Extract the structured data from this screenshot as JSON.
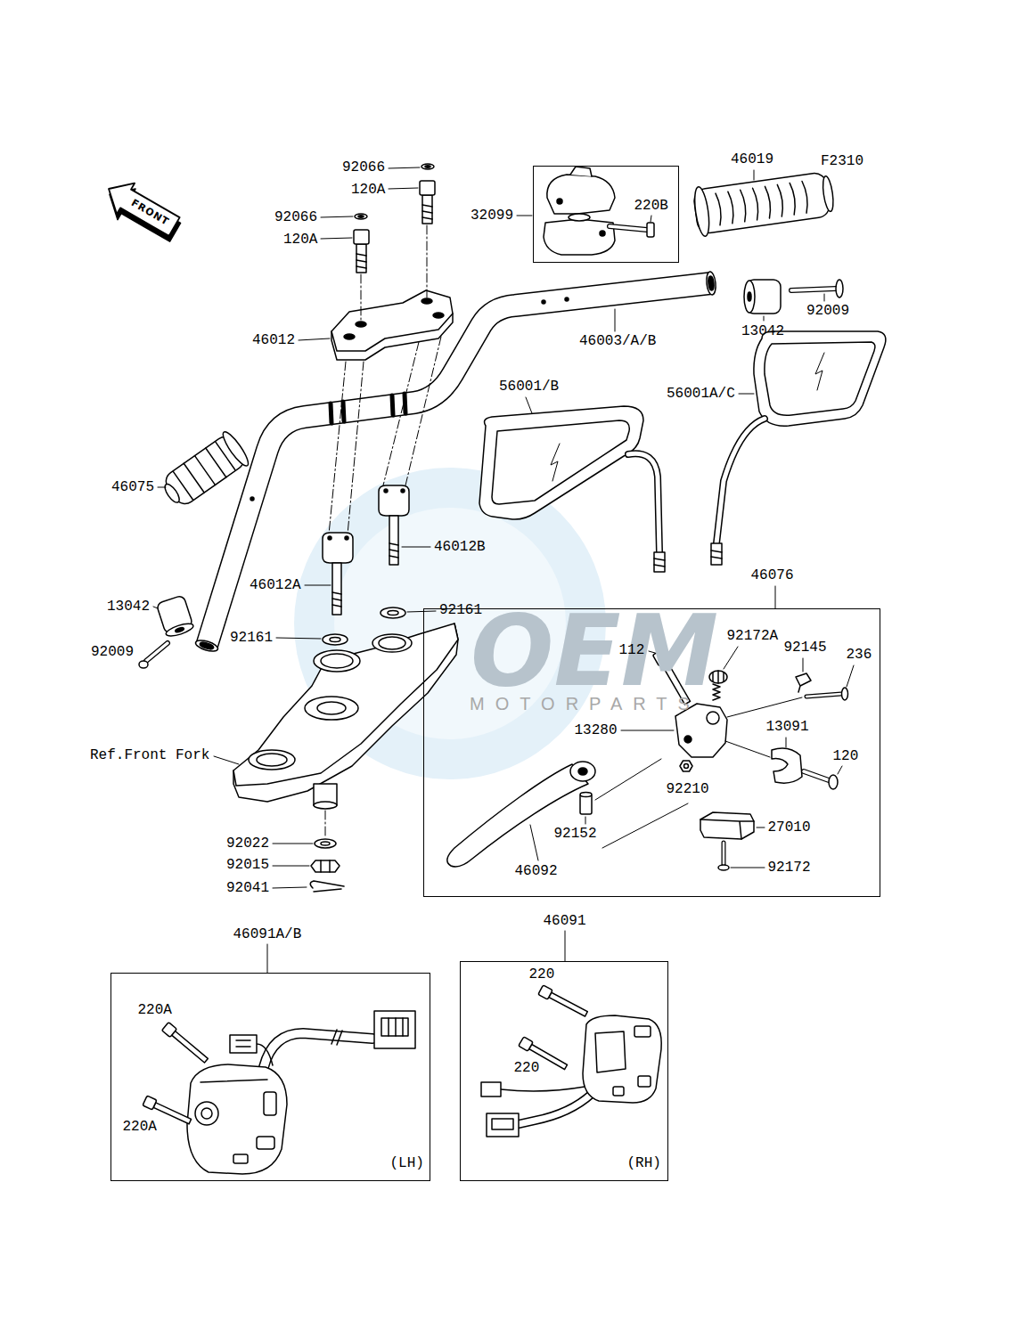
{
  "diagram": {
    "nodes": [
      {
        "text": [
          "220B"
        ]
      },
      {
        "text": [
          "46076",
          "112",
          "92172A",
          "92145",
          "236",
          "13280",
          "13091",
          "120",
          "92210",
          "92152",
          "27010",
          "46092",
          "92172"
        ]
      },
      {
        "text": [
          "46091A/B",
          "220A",
          "220A",
          "(LH)"
        ]
      },
      {
        "text": [
          "46091",
          "220",
          "220",
          "(RH)"
        ]
      }
    ],
    "labels": [
      "FRONT",
      "F2310",
      "92066",
      "120A",
      "92066",
      "120A",
      "32099",
      "46019",
      "46012",
      "46003/A/B",
      "13042",
      "92009",
      "56001/B",
      "56001A/C",
      "46075",
      "46012B",
      "46012A",
      "13042",
      "92161",
      "92161",
      "92009",
      "Ref.Front Fork",
      "92022",
      "92015",
      "92041",
      "OEM",
      "MOTORPARTS"
    ]
  }
}
